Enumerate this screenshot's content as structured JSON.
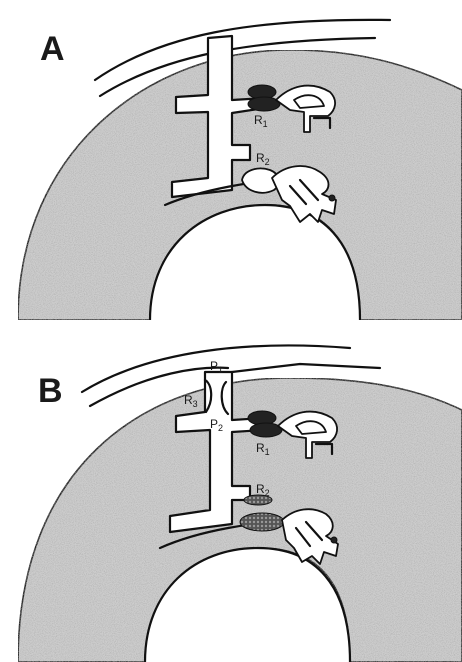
{
  "panels": [
    {
      "id": "A",
      "label": "A",
      "labels": [
        {
          "base": "R",
          "sub": "1"
        },
        {
          "base": "R",
          "sub": "2"
        }
      ]
    },
    {
      "id": "B",
      "label": "B",
      "labels": [
        {
          "base": "P",
          "sub": "1"
        },
        {
          "base": "R",
          "sub": "3"
        },
        {
          "base": "P",
          "sub": "2"
        },
        {
          "base": "R",
          "sub": "1"
        },
        {
          "base": "R",
          "sub": "2"
        }
      ]
    }
  ],
  "colors": {
    "tissue": "#c9c9c9",
    "line": "#111111",
    "dark_cluster": "#222222",
    "background": "#ffffff"
  }
}
